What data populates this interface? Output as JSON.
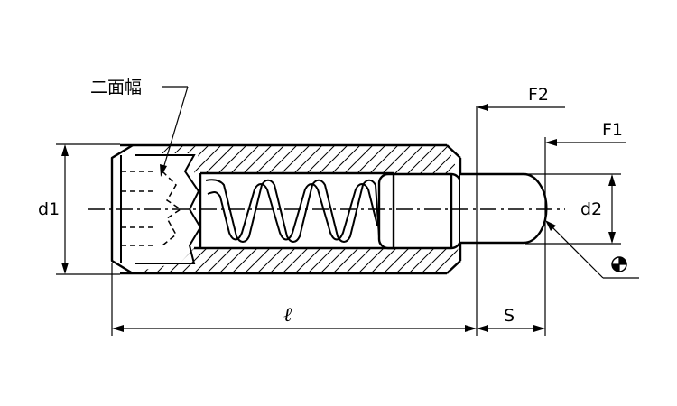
{
  "labels": {
    "flats": "二面幅",
    "f1": "F1",
    "f2": "F2",
    "d1": "d1",
    "d2": "d2",
    "length": "ℓ",
    "stroke": "S"
  },
  "colors": {
    "line": "#000000",
    "background": "#ffffff"
  },
  "icons": {
    "datum_symbol": "half-filled-circle-datum-icon"
  }
}
